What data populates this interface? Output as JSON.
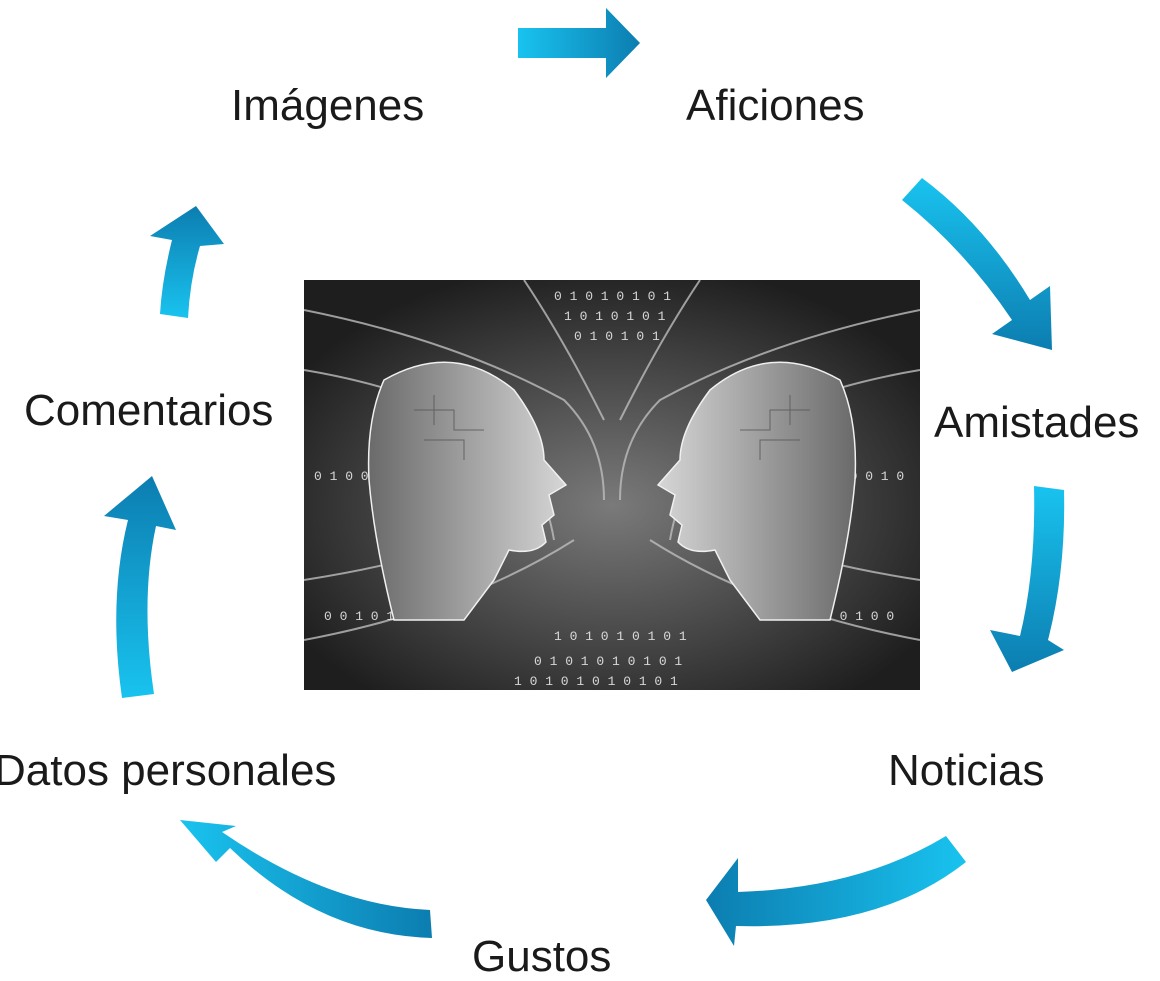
{
  "cycle": {
    "labels": {
      "imagenes": "Imágenes",
      "aficiones": "Aficiones",
      "amistades": "Amistades",
      "noticias": "Noticias",
      "gustos": "Gustos",
      "datos_personales": "Datos personales",
      "comentarios": "Comentarios"
    },
    "arrow_color_light": "#19C3EF",
    "arrow_color_dark": "#0C7DB0"
  },
  "central_image": {
    "description_icon": "two-robot-heads-binary-icon",
    "background_dark": "#1e1e1e",
    "head_color": "#d6d6d6"
  }
}
